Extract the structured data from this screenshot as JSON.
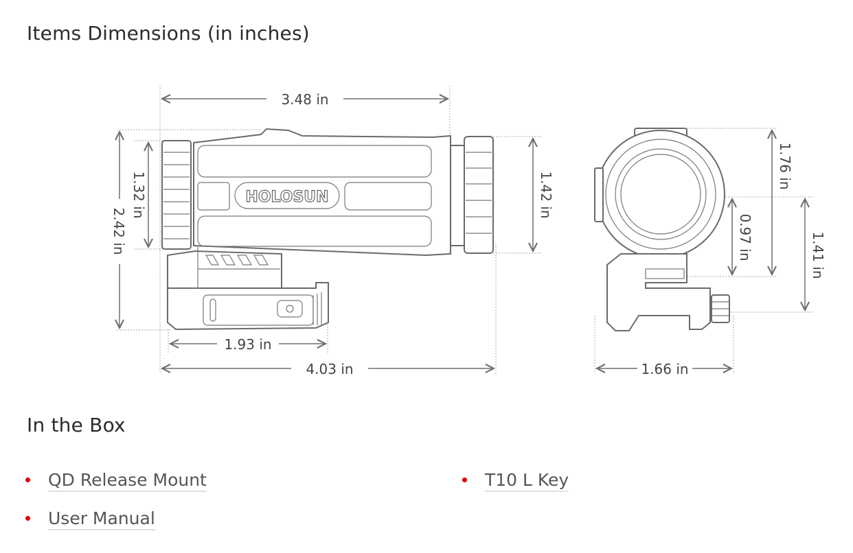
{
  "sections": {
    "dimensions_title": "Items Dimensions (in inches)",
    "box_title": "In the Box"
  },
  "diagram": {
    "brand_logo": "HOLOSUN",
    "side_view": {
      "length": "3.48 in",
      "total_length": "4.03 in",
      "mount_length": "1.93 in",
      "objective_height": "1.32 in",
      "total_height": "2.42 in",
      "eyepiece_height": "1.42 in"
    },
    "front_view": {
      "height": "1.76 in",
      "center_height": "0.97 in",
      "mount_height": "1.41 in",
      "width": "1.66 in"
    }
  },
  "in_the_box": [
    {
      "label": "QD Release Mount"
    },
    {
      "label": "T10 L Key"
    },
    {
      "label": "User Manual"
    }
  ],
  "colors": {
    "bullet": "#e00000",
    "text": "#555555",
    "heading": "#2b2b2b"
  }
}
